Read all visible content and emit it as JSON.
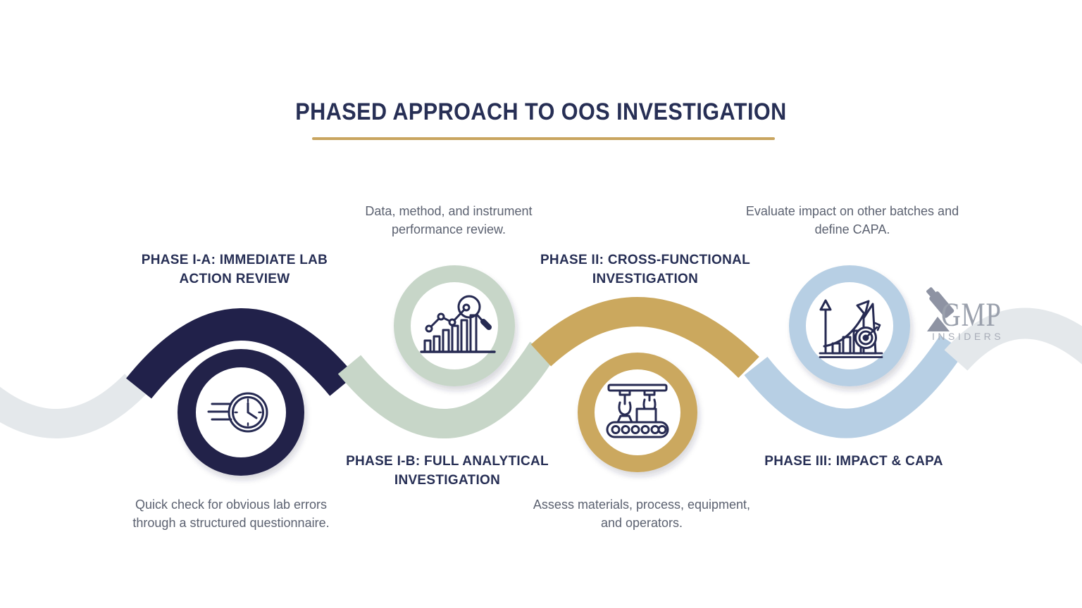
{
  "title": "PHASED APPROACH TO OOS INVESTIGATION",
  "colors": {
    "navy": "#21214a",
    "sage_green": "#c7d6c8",
    "gold": "#cba85e",
    "light_blue": "#b7cfe4",
    "light_gray": "#e4e8eb",
    "underline_gold": "#c9a55f",
    "heading_navy": "#272f55",
    "description_gray": "#5b6170",
    "icon_navy": "#262a52",
    "logo_gray": "#9aa0ac"
  },
  "phases": [
    {
      "label": "PHASE I-A: IMMEDIATE LAB ACTION REVIEW",
      "description": "Quick check for obvious lab errors through a structured questionnaire.",
      "color": "#21214a",
      "icon": "speed-clock-icon"
    },
    {
      "label": "PHASE I-B: FULL ANALYTICAL INVESTIGATION",
      "description": "Data, method, and instrument performance review.",
      "color": "#c7d6c8",
      "icon": "bar-chart-magnifier-icon"
    },
    {
      "label": "PHASE II: CROSS-FUNCTIONAL INVESTIGATION",
      "description": "Assess materials, process, equipment, and operators.",
      "color": "#cba85e",
      "icon": "assembly-line-icon"
    },
    {
      "label": "PHASE III: IMPACT & CAPA",
      "description": "Evaluate impact on other batches and define CAPA.",
      "color": "#b7cfe4",
      "icon": "growth-target-icon"
    }
  ],
  "logo": {
    "brand": "GMP",
    "subtext": "INSIDERS",
    "icon": "microscope-icon"
  }
}
